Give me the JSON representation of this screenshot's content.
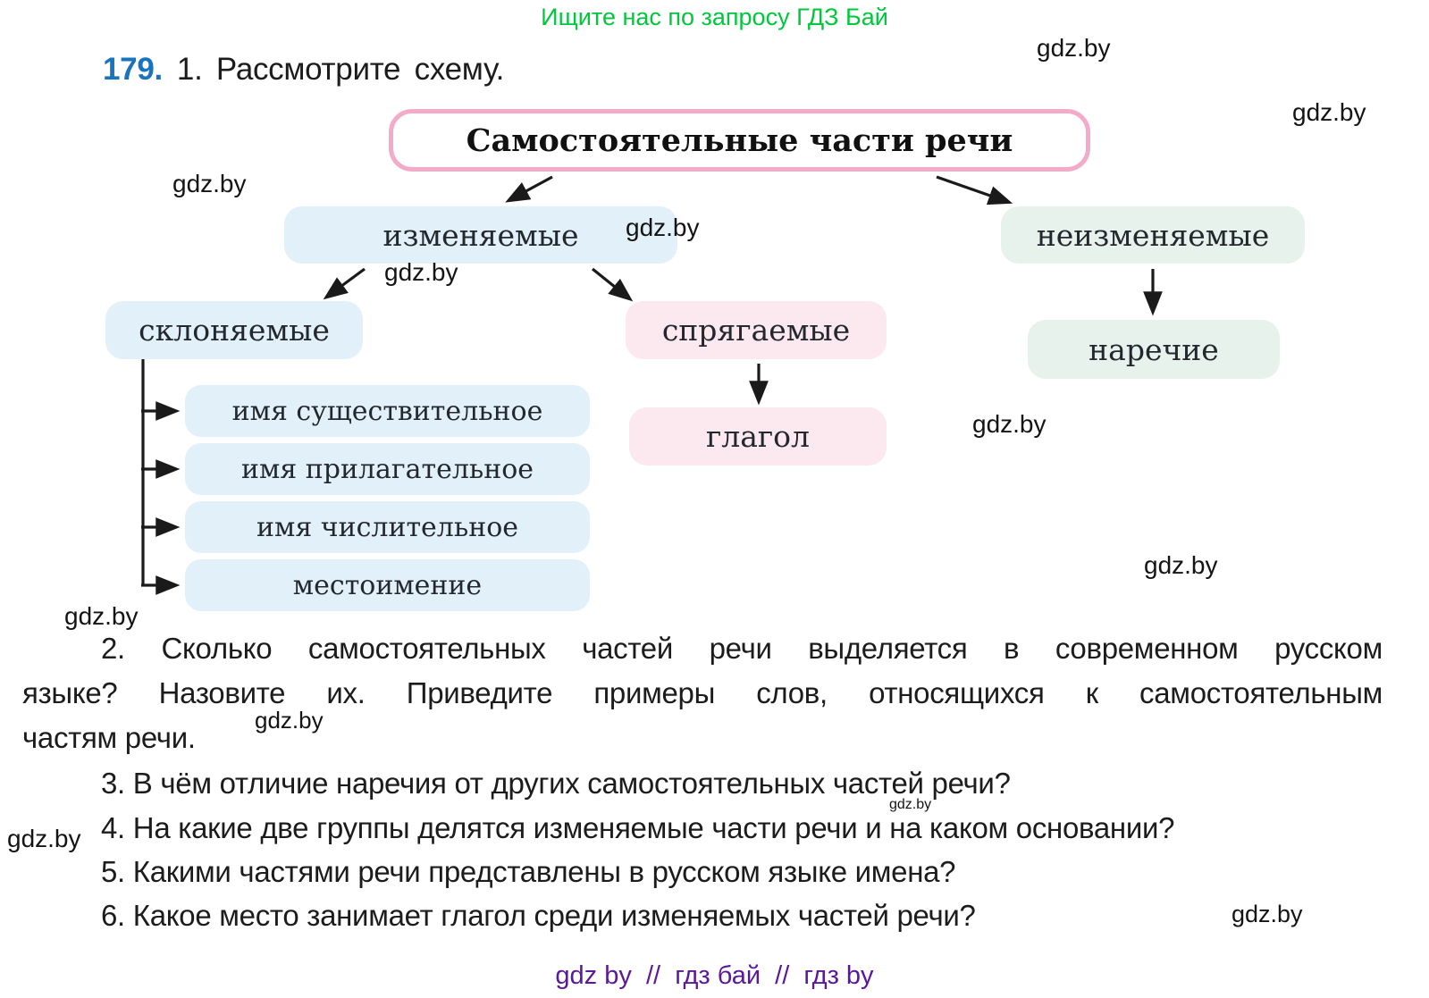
{
  "promo": {
    "text": "Ищите нас по запросу ГДЗ Бай",
    "color": "#00c83c"
  },
  "task": {
    "number": "179.",
    "intro": "1. Рассмотрите схему."
  },
  "diagram": {
    "root": "Самостоятельные части речи",
    "mutable": "изменяемые",
    "immutable": "неизменяемые",
    "declinable": "склоняемые",
    "conjugable": "спрягаемые",
    "adverb": "наречие",
    "verb": "глагол",
    "declinable_items": [
      "имя существительное",
      "имя прилагательное",
      "имя числительное",
      "местоимение"
    ]
  },
  "questions": {
    "q2": {
      "lines": [
        "2. Сколько самостоятельных частей речи выделяется в современном русском",
        "языке? Назовите их. Приведите примеры слов, относящихся к самостоятельным",
        "частям речи."
      ]
    },
    "q3": "3. В чём отличие наречия от других самостоятельных частей речи?",
    "q4": "4. На какие две группы делятся изменяемые части речи и на каком основании?",
    "q5": "5. Какими частями речи представлены в русском языке имена?",
    "q6": "6. Какое место занимает глагол среди изменяемых частей речи?"
  },
  "watermark": {
    "text": "gdz.by"
  },
  "footer": {
    "text": "gdz by  //  гдз бай  //  гдз by"
  },
  "colors": {
    "box_blue": "#e2f0fa",
    "box_green": "#e8f2ec",
    "box_pink": "#fce8ef",
    "root_border_pink": "#f2abc9",
    "promo_green": "#00c83c",
    "task_number_blue": "#1874bc",
    "footer_purple": "#5a189a"
  }
}
